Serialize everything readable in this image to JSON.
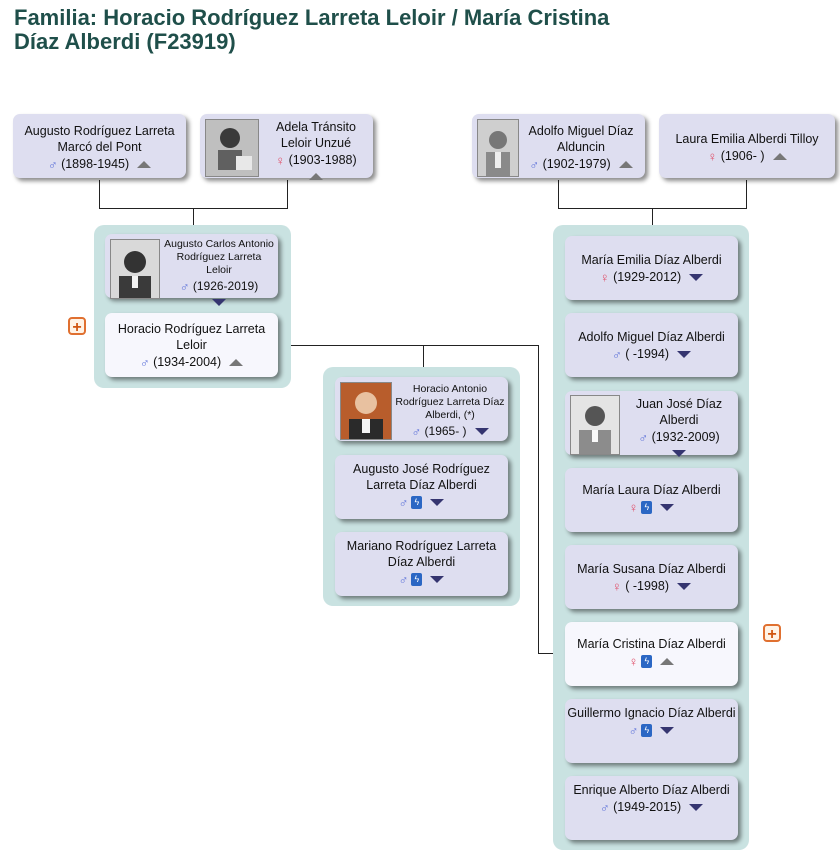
{
  "title_line1": "Familia: Horacio Rodríguez Larreta Leloir / María Cristina",
  "title_line2": "Díaz Alberdi (F23919)",
  "symbols": {
    "male": "♂",
    "female": "♀",
    "bolt": "ϟ",
    "plus": "+"
  },
  "colors": {
    "male": "#5a6fd8",
    "female": "#e0506a",
    "panel": "#c9e2e1",
    "card": "#dedef0",
    "title": "#1f4f4a"
  },
  "grandparents": {
    "p1": {
      "name": "Augusto Rodríguez Larreta Marcó del Pont",
      "years": "(1898-1945)"
    },
    "p2": {
      "name": "Adela Tránsito Leloir Unzué",
      "years": "(1903-1988)"
    },
    "p3": {
      "name": "Adolfo Miguel Díaz Alduncin",
      "years": "(1902-1979)"
    },
    "p4": {
      "name": "Laura Emilia Alberdi Tilloy",
      "years": "(1906- )"
    }
  },
  "left_siblings": {
    "s1": {
      "name": "Augusto Carlos Antonio Rodríguez Larreta Leloir",
      "years": "(1926-2019)"
    },
    "husband": {
      "name": "Horacio Rodríguez Larreta Leloir",
      "years": "(1934-2004)"
    }
  },
  "children": {
    "c1": {
      "name": "Horacio Antonio Rodríguez Larreta Díaz Alberdi, (*)",
      "years": "(1965- )"
    },
    "c2": {
      "name": "Augusto José Rodríguez Larreta Díaz Alberdi"
    },
    "c3": {
      "name": "Mariano Rodríguez Larreta Díaz Alberdi"
    }
  },
  "right_siblings": {
    "r1": {
      "name": "María Emilia Díaz Alberdi",
      "years": "(1929-2012)"
    },
    "r2": {
      "name": "Adolfo Miguel Díaz Alberdi",
      "years": "( -1994)"
    },
    "r3": {
      "name": "Juan José Díaz Alberdi",
      "years": "(1932-2009)"
    },
    "r4": {
      "name": "María Laura Díaz Alberdi"
    },
    "r5": {
      "name": "María Susana Díaz Alberdi",
      "years": "( -1998)"
    },
    "wife": {
      "name": "María Cristina Díaz Alberdi"
    },
    "r7": {
      "name": "Guillermo Ignacio Díaz Alberdi"
    },
    "r8": {
      "name": "Enrique Alberto Díaz Alberdi",
      "years": "(1949-2015)"
    }
  }
}
